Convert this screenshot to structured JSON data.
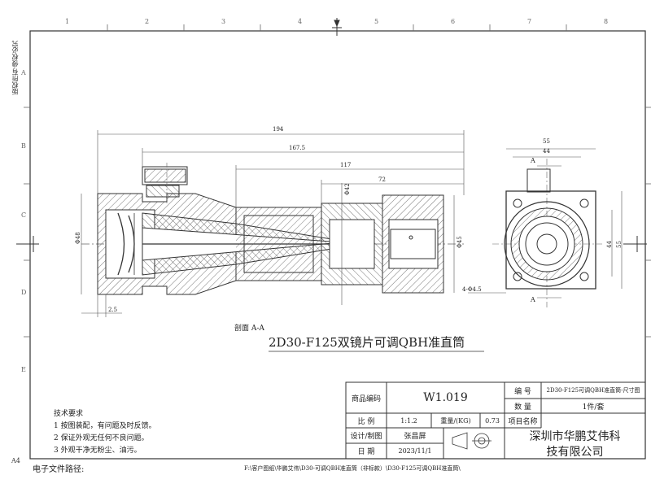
{
  "frame": {
    "col_marks": [
      "1",
      "2",
      "3",
      "4",
      "5",
      "6",
      "7",
      "8"
    ],
    "row_marks": [
      "A",
      "B",
      "C",
      "D",
      "E"
    ]
  },
  "side_text": "版权所有·侵权必究",
  "sheet_size": "A4",
  "dimensions": {
    "overall": "194",
    "len_1": "167.5",
    "len_2": "117",
    "len_3": "72",
    "dia_left": "Φ48",
    "dia_mid": "Φ42",
    "dia_right": "Φ45",
    "gap": "2.5",
    "end_width": "55",
    "end_inner": "44",
    "end_height": "55",
    "end_inner_h": "44",
    "holes": "4-Φ4.5"
  },
  "section_labels": {
    "section_a": "A",
    "section_caption": "剖面 A-A"
  },
  "drawing_title": "2D30-F125双镜片可调QBH准直筒",
  "notes": {
    "heading": "技术要求",
    "items": [
      "1  按图装配，有问题及时反馈。",
      "2  保证外观无任何不良问题。",
      "3  外观干净无粉尘、油污。"
    ]
  },
  "title_block": {
    "product_code_label": "商品编码",
    "product_code": "W1.019",
    "number_label": "编  号",
    "number_value": "2D30-F125可调QBH准直筒-尺寸图",
    "qty_label": "数  量",
    "qty_value": "1件/套",
    "scale_label": "比  例",
    "scale_value": "1:1.2",
    "weight_label": "重量/(KG)",
    "weight_value": "0.73",
    "project_label": "项目名称",
    "design_label": "设计/制图",
    "designer": "张昌屏",
    "date_label": "日  期",
    "date_value": "2023/11/1",
    "company_line1": "深圳市华鹏艾伟科",
    "company_line2": "技有限公司"
  },
  "footer": {
    "path_label": "电子文件路径:",
    "path_value": "F:\\客户图纸\\华鹏艾伟\\D30-可调QBH准直筒（非标款）\\D30-F125可调QBH准直筒\\"
  }
}
